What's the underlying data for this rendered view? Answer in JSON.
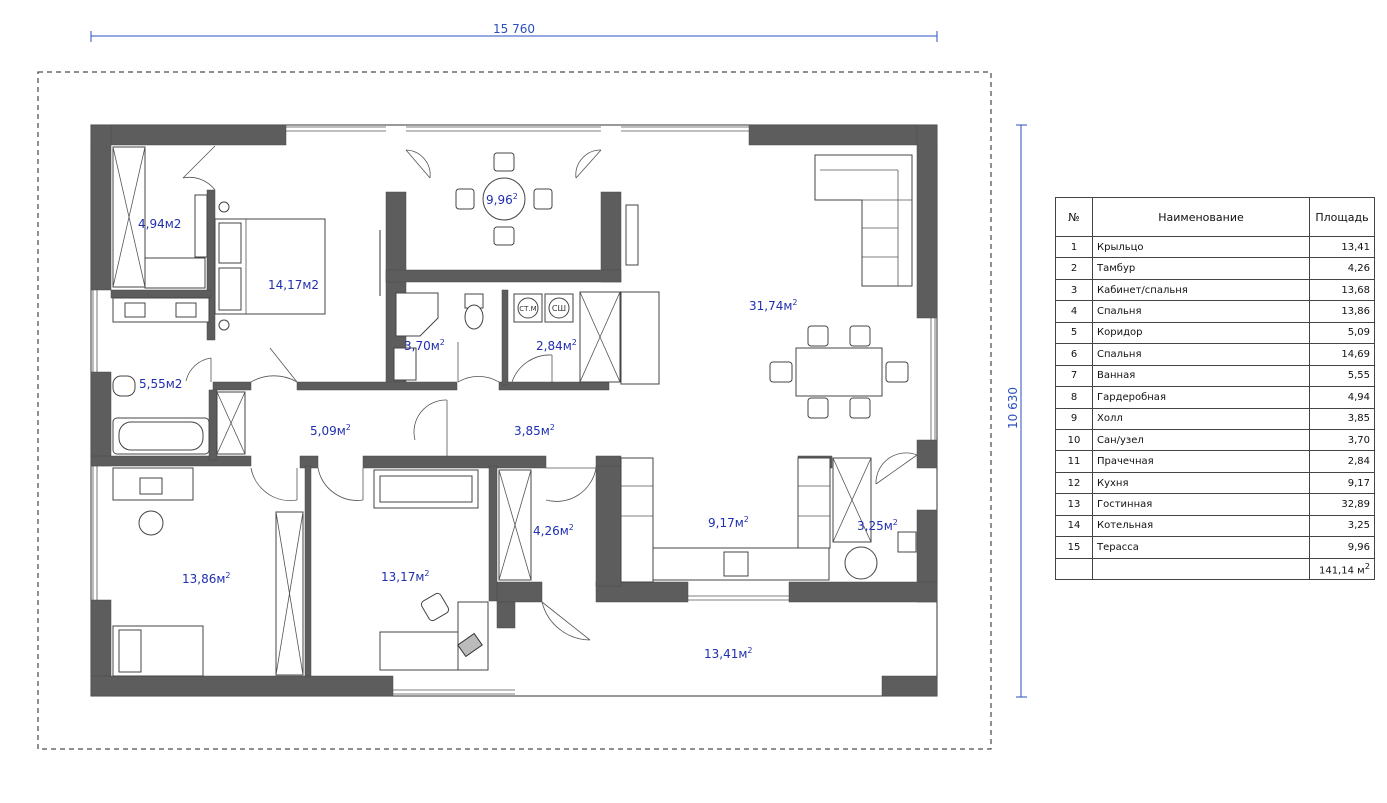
{
  "dimensions": {
    "width_label": "15 760",
    "height_label": "10 630"
  },
  "room_labels": {
    "dressing": "4,94м2",
    "bedroom_main": "14,17м2",
    "terrace_top": "9,96",
    "terrace_top_sup": "2",
    "bath_small": "3,70м",
    "bath_small_sup": "2",
    "laundry": "2,84м",
    "laundry_sup": "2",
    "living": "31,74м",
    "living_sup": "2",
    "bathroom": "5,55м2",
    "corridor": "5,09м",
    "corridor_sup": "2",
    "hall": "3,85м",
    "hall_sup": "2",
    "vestibule": "4,26м",
    "vestibule_sup": "2",
    "kitchen": "9,17м",
    "kitchen_sup": "2",
    "boiler": "3,25м",
    "boiler_sup": "2",
    "bedroom_left": "13,86м",
    "bedroom_left_sup": "2",
    "office": "13,17м",
    "office_sup": "2",
    "porch": "13,41м",
    "porch_sup": "2",
    "washer_label": "СТ.М",
    "dryer_label": "СШ"
  },
  "legend": {
    "headers": [
      "№",
      "Наименование",
      "Площадь"
    ],
    "rows": [
      {
        "no": "1",
        "name": "Крыльцо",
        "area": "13,41"
      },
      {
        "no": "2",
        "name": "Тамбур",
        "area": "4,26"
      },
      {
        "no": "3",
        "name": "Кабинет/спальня",
        "area": "13,68"
      },
      {
        "no": "4",
        "name": "Спальня",
        "area": "13,86"
      },
      {
        "no": "5",
        "name": "Коридор",
        "area": "5,09"
      },
      {
        "no": "6",
        "name": "Спальня",
        "area": "14,69"
      },
      {
        "no": "7",
        "name": "Ванная",
        "area": "5,55"
      },
      {
        "no": "8",
        "name": "Гардеробная",
        "area": "4,94"
      },
      {
        "no": "9",
        "name": "Холл",
        "area": "3,85"
      },
      {
        "no": "10",
        "name": "Сан/узел",
        "area": "3,70"
      },
      {
        "no": "11",
        "name": "Прачечная",
        "area": "2,84"
      },
      {
        "no": "12",
        "name": "Кухня",
        "area": "9,17"
      },
      {
        "no": "13",
        "name": "Гостинная",
        "area": "32,89"
      },
      {
        "no": "14",
        "name": "Котельная",
        "area": "3,25"
      },
      {
        "no": "15",
        "name": "Терасса",
        "area": "9,96"
      }
    ],
    "total": "141,14 м",
    "total_sup": "2"
  },
  "colors": {
    "wall": "#5d5d5d",
    "dimension": "#2a4fc0",
    "area_text": "#1f2fb0"
  }
}
